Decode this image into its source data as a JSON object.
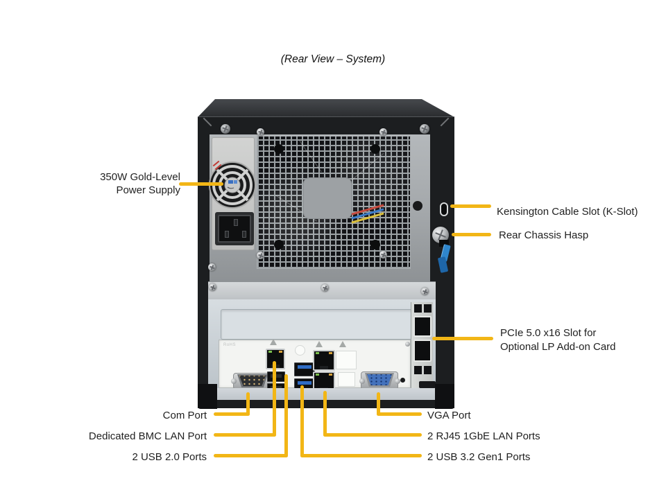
{
  "title": "(Rear View – System)",
  "callouts": {
    "psu": "350W Gold-Level\nPower Supply",
    "kslot": "Kensington Cable Slot (K-Slot)",
    "hasp": "Rear Chassis Hasp",
    "pcie": "PCIe 5.0 x16 Slot for\nOptional LP Add-on Card",
    "com": "Com Port",
    "bmc": "Dedicated BMC LAN Port",
    "usb2": "2 USB 2.0 Ports",
    "vga": "VGA Port",
    "lan": "2 RJ45 1GbE LAN Ports",
    "usb3": "2 USB 3.2 Gen1 Ports"
  },
  "panel_markings": {
    "rohs": "RoHS"
  },
  "colors": {
    "callout_line": "#F2B616",
    "chassis_black": "#1C1E20",
    "panel_gray": "#A7ABAE",
    "io_shield_white": "#F3F4F2",
    "hasp_blue": "#2F86CC",
    "usb3_blue": "#2F6CC4",
    "vga_blue": "#4472BC",
    "led_green": "#7CC14E",
    "led_amber": "#D9A43C"
  },
  "icons": {
    "screw": "phillips-screw",
    "warning": "triangle",
    "fan": "psu-fan-grille",
    "kensington": "k-slot"
  }
}
